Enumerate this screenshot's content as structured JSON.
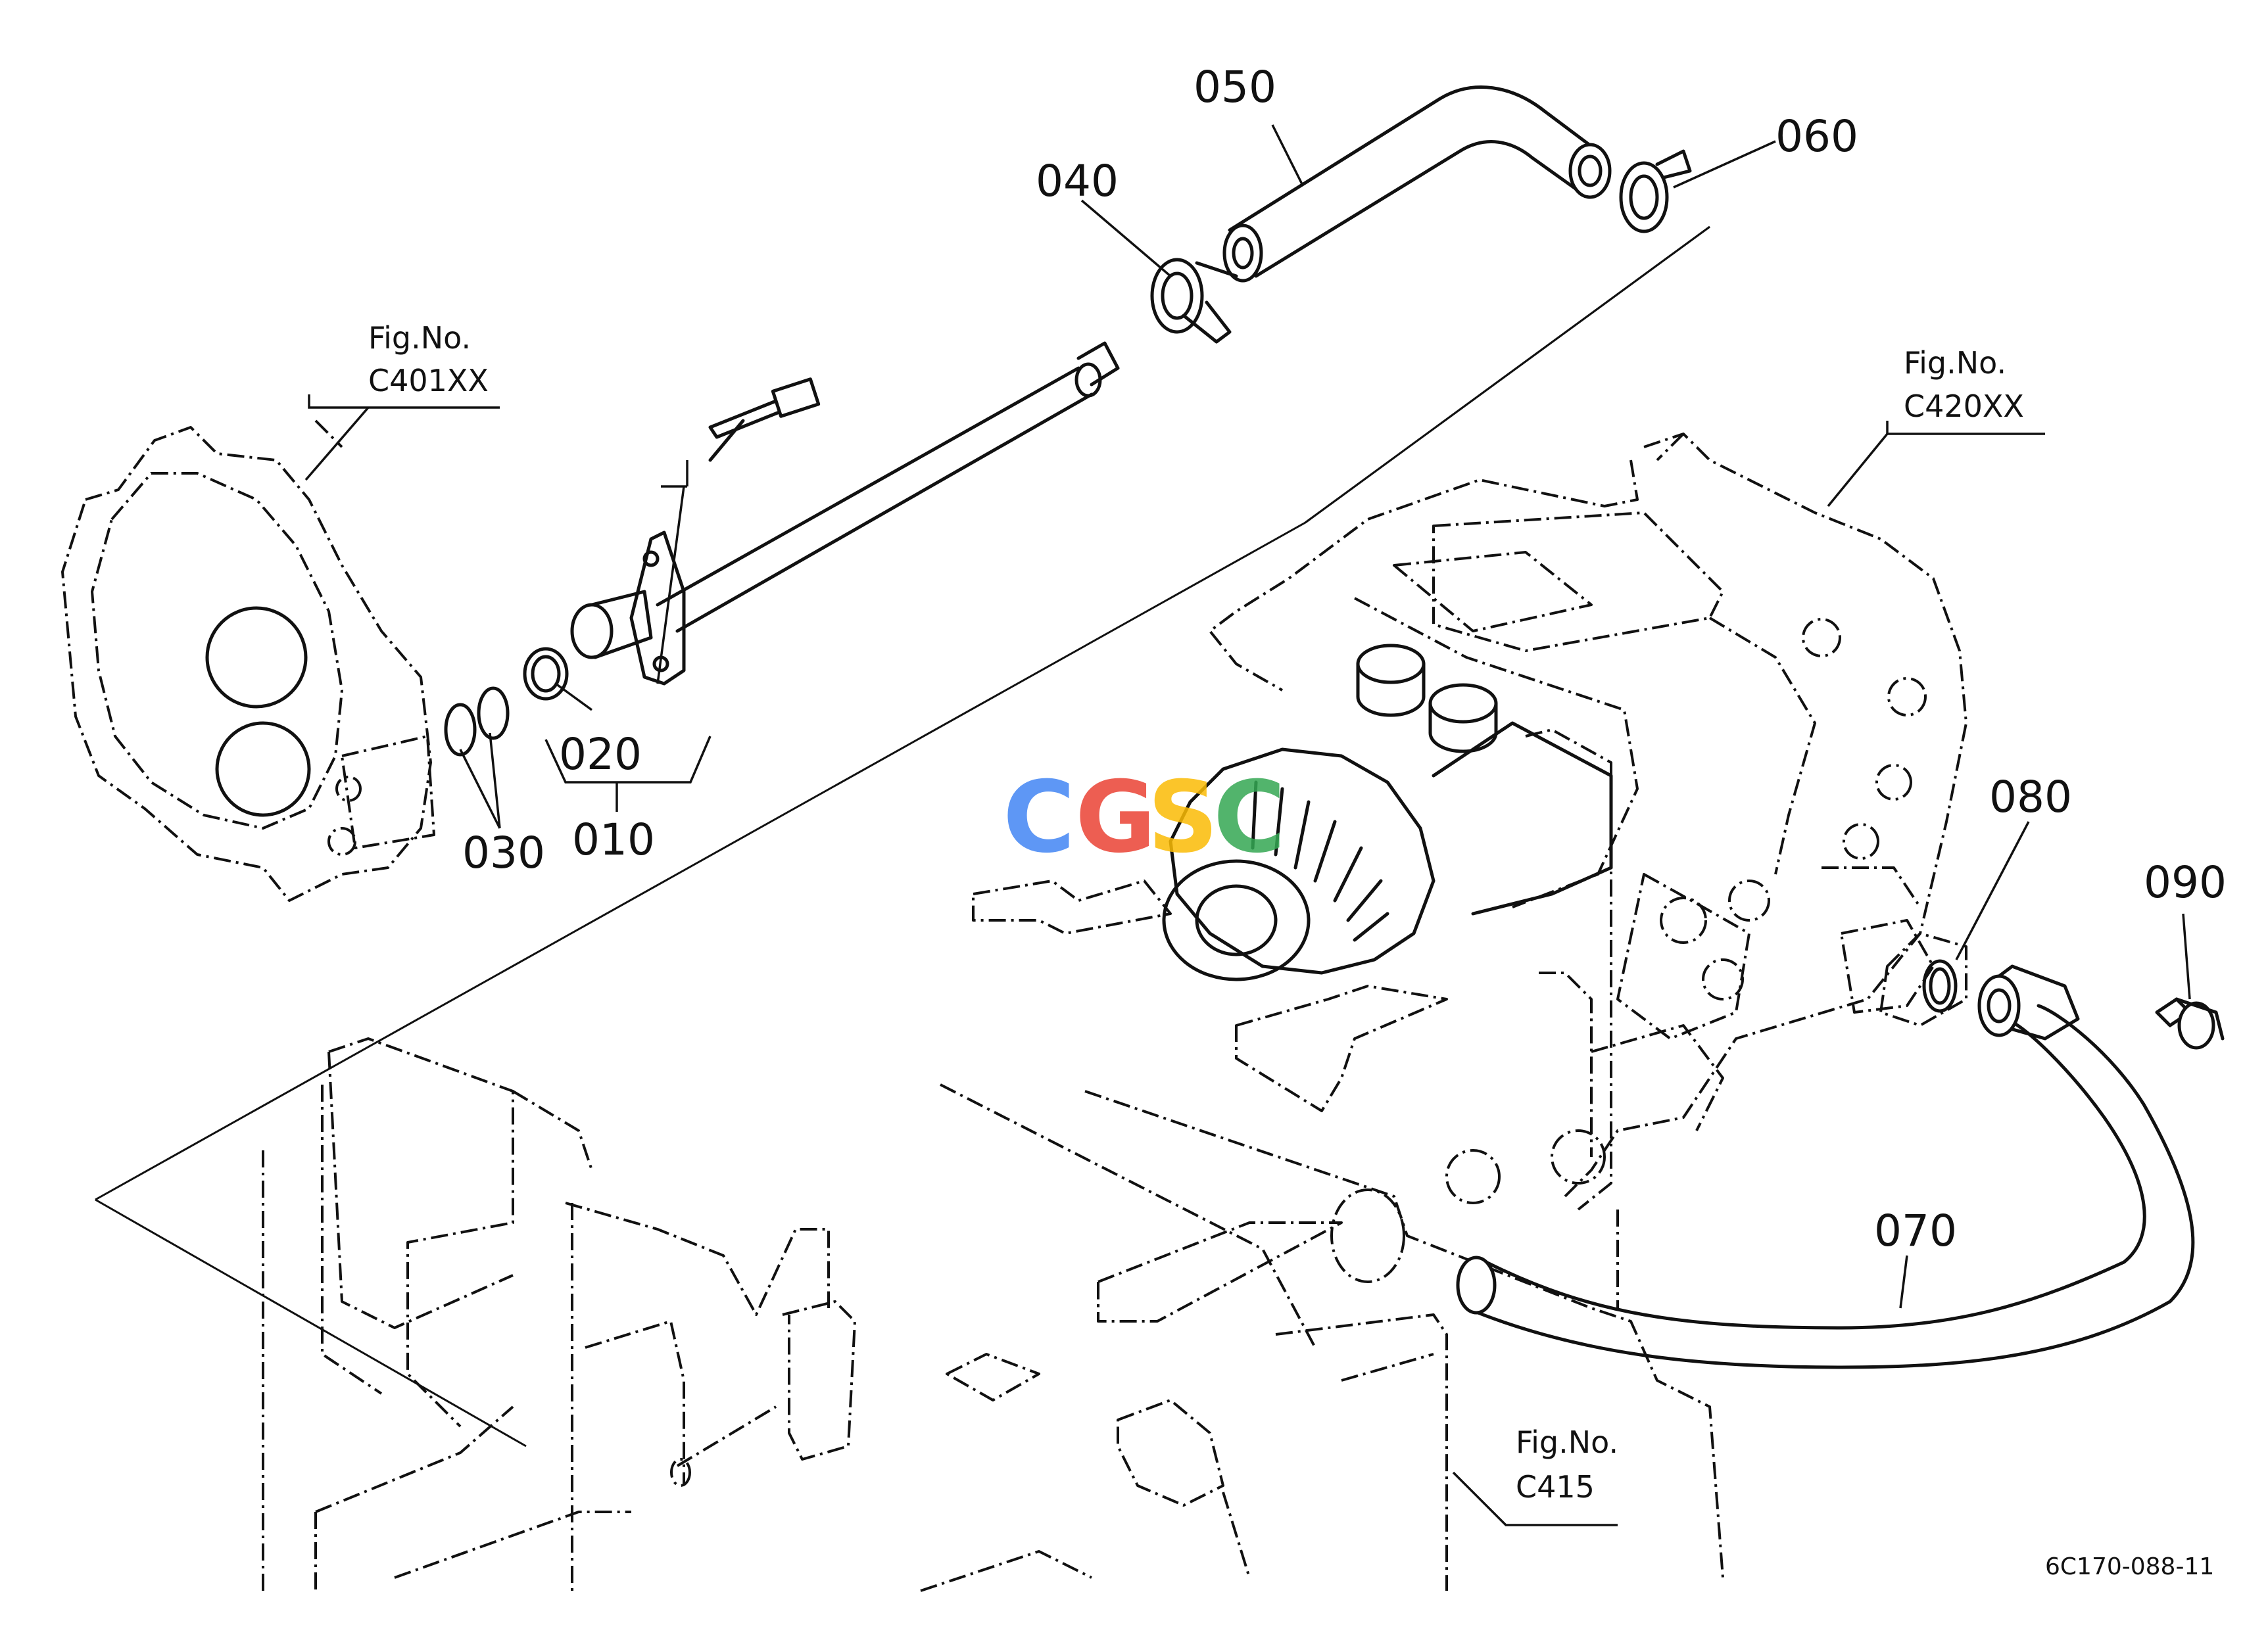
{
  "diagram": {
    "part_labels": [
      "050",
      "060",
      "040",
      "020",
      "030",
      "010",
      "080",
      "090",
      "070"
    ],
    "figure_refs": [
      {
        "prefix": "Fig.No.",
        "code": "C401XX"
      },
      {
        "prefix": "Fig.No.",
        "code": "C420XX"
      },
      {
        "prefix": "Fig.No.",
        "code": "C415"
      }
    ],
    "drawing_code": "6C170-088-11",
    "watermark": {
      "letters": [
        "C",
        "G",
        "S",
        "C"
      ],
      "colors": [
        "#4285F4",
        "#EA4335",
        "#FBBC05",
        "#34A853"
      ]
    }
  }
}
